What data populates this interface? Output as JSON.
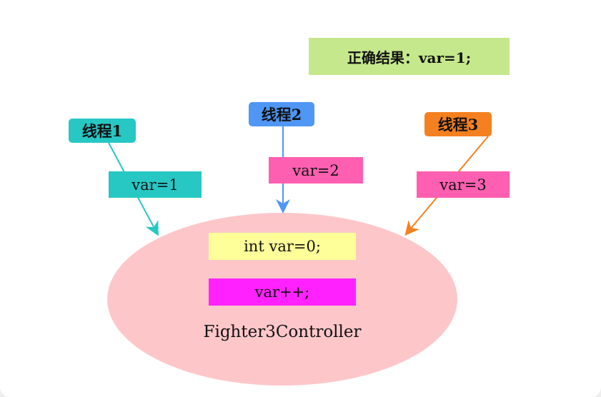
{
  "result": {
    "label": "正确结果：var=1;",
    "color": "#c6e88c"
  },
  "threads": [
    {
      "label": "线程1",
      "value": "var=1",
      "color": "#27c7c4",
      "value_color": "#27c7c4"
    },
    {
      "label": "线程2",
      "value": "var=2",
      "color": "#4f96f5",
      "value_color": "#ff5fb0"
    },
    {
      "label": "线程3",
      "value": "var=3",
      "color": "#f5801f",
      "value_color": "#ff5fb0"
    }
  ],
  "code": {
    "init": "int var=0;",
    "increment": "var++;"
  },
  "controller": {
    "name": "Fighter3Controller",
    "color": "#fdc7ca"
  }
}
